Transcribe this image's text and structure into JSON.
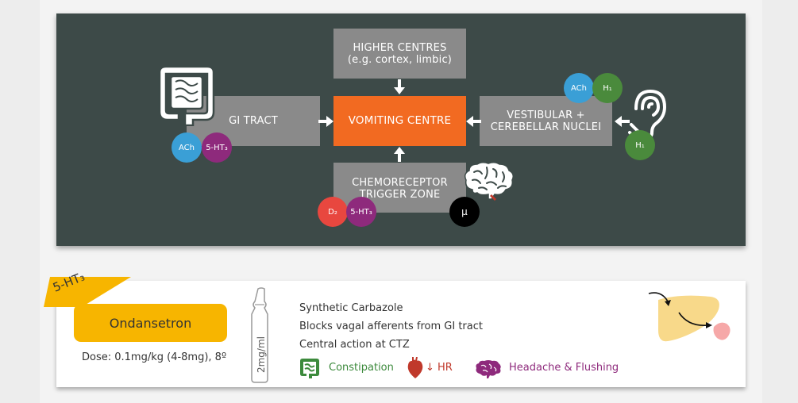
{
  "diagram": {
    "center": "VOMITING CENTRE",
    "higher_centres": [
      "HIGHER CENTRES",
      "(e.g. cortex, limbic)"
    ],
    "gi_tract": "GI TRACT",
    "vestibular": [
      "VESTIBULAR +",
      "CEREBELLAR NUCLEI"
    ],
    "ctz": [
      "CHEMORECEPTOR",
      "TRIGGER ZONE"
    ],
    "receptors": {
      "gi_ach": "ACh",
      "gi_5ht3": "5-HT₃",
      "vest_ach": "ACh",
      "vest_h1": "H₁",
      "ear_h1": "H₁",
      "ctz_d2": "D₂",
      "ctz_5ht3": "5-HT₃",
      "ctz_mu": "μ"
    },
    "colors": {
      "panel": "#3d4a48",
      "box": "#8a8a8a",
      "center": "#f26a21",
      "ach": "#3a9fd6",
      "ht3": "#8e2a7c",
      "h1": "#4a8a3c",
      "d2": "#e8473f",
      "mu": "#000000"
    }
  },
  "drug_card": {
    "class_tag": "5-HT₃",
    "drug_name": "Ondansetron",
    "dose": "Dose: 0.1mg/kg (4-8mg), 8º",
    "ampoule_label": "2mg/ml",
    "info": [
      "Synthetic Carbazole",
      "Blocks vagal afferents from GI tract",
      "Central action at CTZ"
    ],
    "side_effects": [
      {
        "label": "Constipation",
        "icon": "intestine-icon",
        "color": "#3c8a3c"
      },
      {
        "label": "↓ HR",
        "icon": "heart-icon",
        "color": "#c0392b"
      },
      {
        "label": "Headache & Flushing",
        "icon": "brain-icon",
        "color": "#8e2a7c"
      }
    ],
    "colors": {
      "tag": "#f7b500",
      "button": "#f7b500",
      "liver": "#f8d98a",
      "kidney": "#f6a8a8"
    }
  }
}
